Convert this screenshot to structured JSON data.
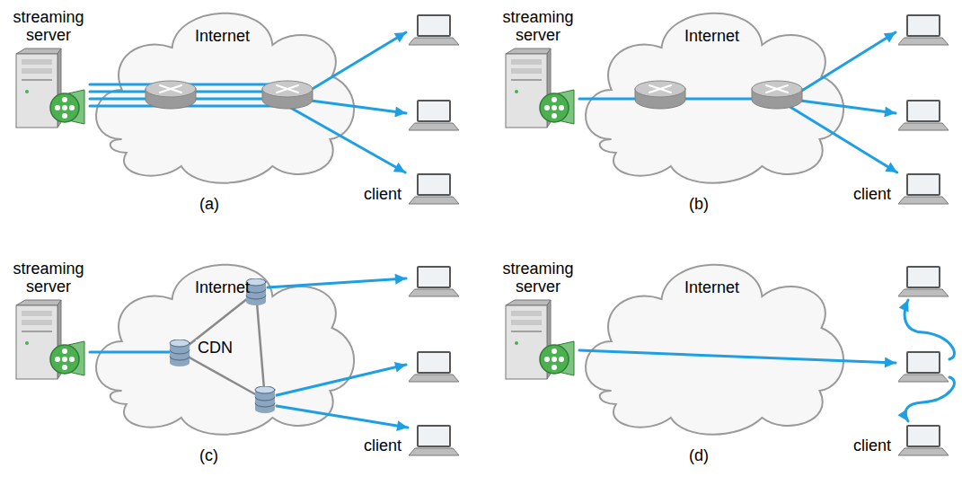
{
  "diagram": {
    "nodes": [
      {
        "text": [
          "Internet"
        ]
      },
      {
        "text": [
          "streaming server"
        ]
      },
      {
        "text": [
          "client"
        ]
      },
      {
        "text": [
          "Internet"
        ]
      },
      {
        "text": [
          "streaming server"
        ]
      },
      {
        "text": [
          "client"
        ]
      },
      {
        "text": [
          "Internet"
        ]
      },
      {
        "text": [
          "streaming server"
        ]
      },
      {
        "text": [
          "client"
        ]
      },
      {
        "text": [
          "Internet"
        ]
      },
      {
        "text": [
          "streaming server"
        ]
      },
      {
        "text": [
          "client"
        ]
      }
    ],
    "edges": [
      {
        "from": 1,
        "to": 2,
        "arrow": "to"
      },
      {
        "from": 4,
        "to": 5,
        "arrow": "to"
      }
    ],
    "labels": [
      "(a)",
      "(b)",
      "CDN",
      "(c)",
      "(d)"
    ]
  }
}
